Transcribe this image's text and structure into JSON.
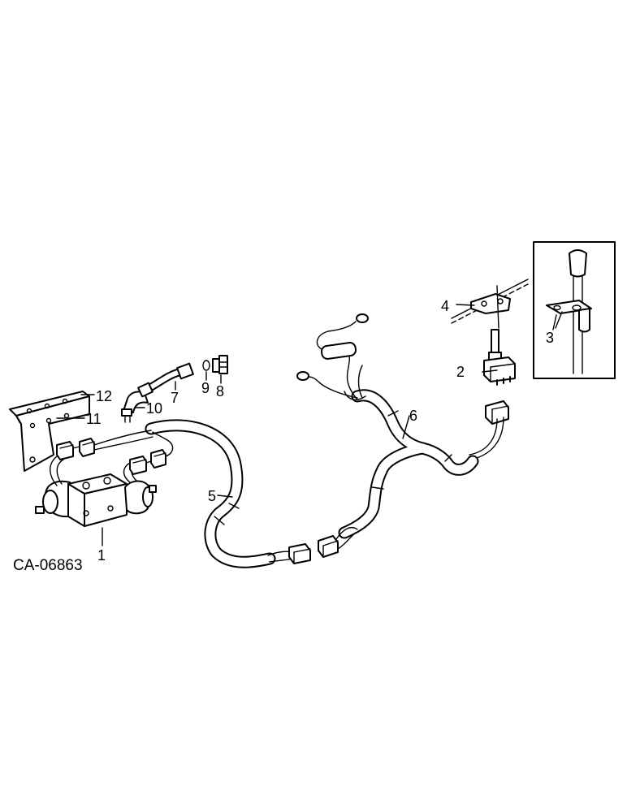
{
  "drawing_ref": "CA-06863",
  "callouts": {
    "c1": "1",
    "c2": "2",
    "c3": "3",
    "c4": "4",
    "c5": "5",
    "c6": "6",
    "c7": "7",
    "c8": "8",
    "c9": "9",
    "c10": "10",
    "c11": "11",
    "c12": "12"
  }
}
